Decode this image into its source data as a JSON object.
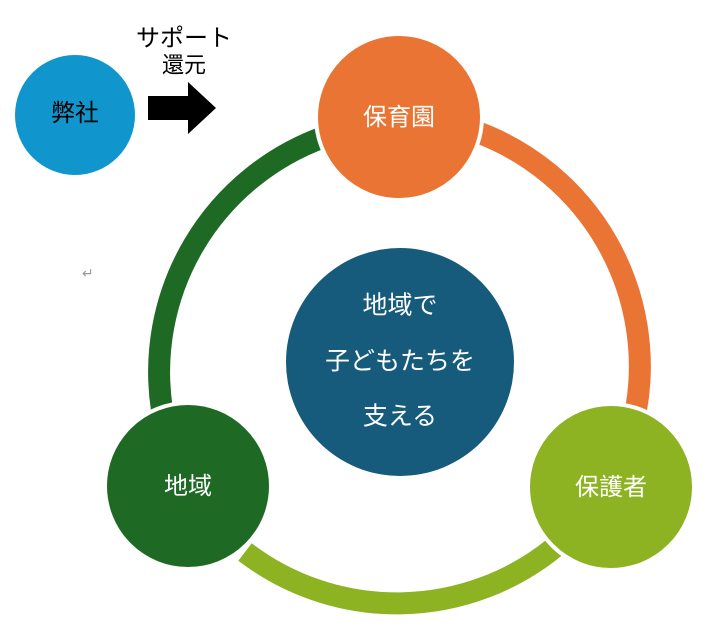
{
  "company": {
    "label": "弊社",
    "color": "#1096cc"
  },
  "arrow": {
    "label_line1": "サポート",
    "label_line2": "還元"
  },
  "cycle": {
    "nodes": [
      {
        "label": "保育園",
        "color": "#ea7434"
      },
      {
        "label": "保護者",
        "color": "#8db322"
      },
      {
        "label": "地域",
        "color": "#1e6a25"
      }
    ],
    "arcs": [
      {
        "from": "保育園",
        "to": "保護者",
        "color": "#ea7434"
      },
      {
        "from": "保護者",
        "to": "地域",
        "color": "#8db322"
      },
      {
        "from": "地域",
        "to": "保育園",
        "color": "#1e6a25"
      }
    ]
  },
  "center": {
    "line1": "地域で",
    "line2": "子どもたちを",
    "line3": "支える",
    "color": "#165a7c"
  },
  "return_symbol": "↵"
}
